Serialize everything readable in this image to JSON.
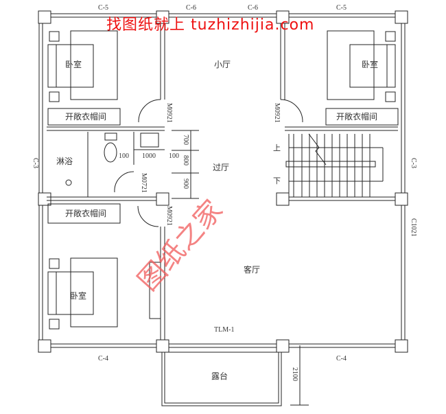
{
  "diagram": {
    "type": "architectural-floor-plan",
    "rooms": {
      "bedroom_nw": "卧室",
      "bedroom_ne": "卧室",
      "bedroom_sw": "卧室",
      "small_hall": "小厅",
      "shower": "淋浴",
      "corridor_hall": "过厅",
      "living_room": "客厅",
      "terrace": "露台",
      "closet_nw": "开敞衣帽间",
      "closet_ne": "开敞衣帽间",
      "closet_w": "开敞衣帽间"
    },
    "windows": {
      "top_left": "C-5",
      "top_mid_left": "C-6",
      "top_mid_right": "C-6",
      "top_right": "C-5",
      "left": "C-3",
      "right": "C-3",
      "right_lower": "C1021",
      "bottom_left": "C-4",
      "bottom_right": "C-4"
    },
    "doors": {
      "d_nw": "M0921",
      "d_ne": "M0921",
      "d_bath": "M0721",
      "d_w": "M0921",
      "sliding": "TLM-1"
    },
    "stairs": {
      "up": "上",
      "down": "下"
    },
    "dimensions": {
      "d100a": "100",
      "d1000": "1000",
      "d100b": "100",
      "d700": "700",
      "d800": "800",
      "d900": "900",
      "d2100": "2100"
    }
  },
  "watermark": {
    "top": "找图纸就上 tuzhizhijia.com",
    "diag": "图纸之家",
    "color": "#ee1111"
  }
}
